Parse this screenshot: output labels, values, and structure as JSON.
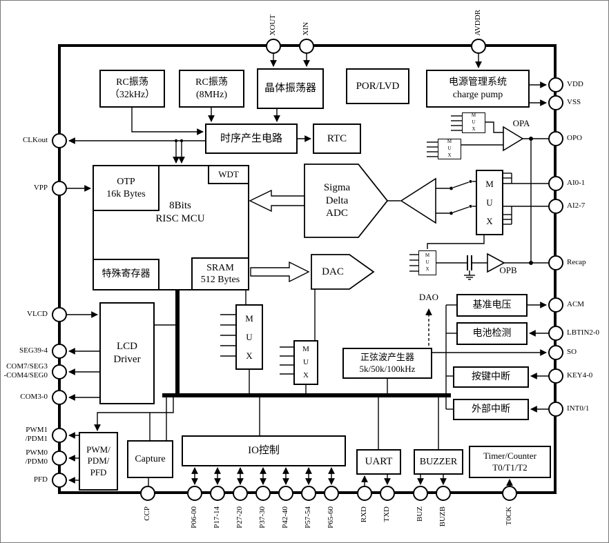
{
  "blocks": {
    "rc32k": "RC振荡\n（32kHz）",
    "rc8m": "RC振荡\n(8MHz)",
    "crystal": "晶体振荡器",
    "por_lvd": "POR/LVD",
    "pmu": "电源管理系统\ncharge pump",
    "timing": "时序产生电路",
    "rtc": "RTC",
    "otp": "OTP\n16k Bytes",
    "wdt": "WDT",
    "mcu": "8Bits\nRISC MCU",
    "sfr": "特殊寄存器",
    "sram": "SRAM\n512 Bytes",
    "adc": "Sigma\nDelta\nADC",
    "mux": "M\nU\nX",
    "opa": "OPA",
    "opb": "OPB",
    "dac": "DAC",
    "dao": "DAO",
    "vref": "基准电压",
    "battery_detect": "电池检测",
    "lcd": "LCD\nDriver",
    "sine_gen": "正弦波产生器\n5k/50k/100kHz",
    "key_int": "按键中断",
    "ext_int": "外部中断",
    "pwm": "PWM/\nPDM/\nPFD",
    "capture": "Capture",
    "io_ctrl": "IO控制",
    "uart": "UART",
    "buzzer": "BUZZER",
    "timer": "Timer/Counter\nT0/T1/T2"
  },
  "pins": {
    "top": [
      "XOUT",
      "XIN",
      "AVDDR"
    ],
    "right": [
      "VDD",
      "VSS",
      "OPO",
      "AI0-1",
      "AI2-7",
      "Recap",
      "ACM",
      "LBTIN2-0",
      "SO",
      "KEY4-0",
      "INT0/1"
    ],
    "left": [
      "CLKout",
      "VPP",
      "VLCD",
      "SEG39-4",
      "COM7/SEG3\n-COM4/SEG0",
      "COM3-0",
      "PWM1\n/PDM1",
      "PWM0\n/PDM0",
      "PFD"
    ],
    "bottom": [
      "CCP",
      "P06-00",
      "P17-14",
      "P27-20",
      "P37-30",
      "P42-40",
      "P57-54",
      "P65-60",
      "RXD",
      "TXD",
      "BUZ",
      "BUZB",
      "T0CK"
    ]
  }
}
